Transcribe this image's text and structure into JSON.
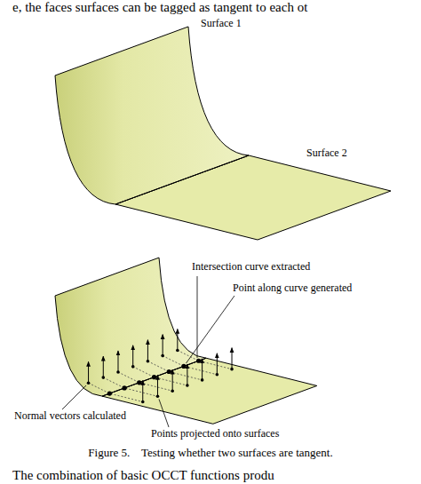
{
  "diagram": {
    "caption": "Figure 5.    Testing whether two surfaces are tangent.",
    "labels": [
      "e, the faces surfaces can be tagged as tangent to each ot",
      "Surface 1",
      "Surface 2",
      "Intersection curve extracted",
      "Point along curve generated",
      "Normal vectors calculated",
      "Points projected onto surfaces",
      "The combination of basic OCCT functions produ"
    ]
  }
}
